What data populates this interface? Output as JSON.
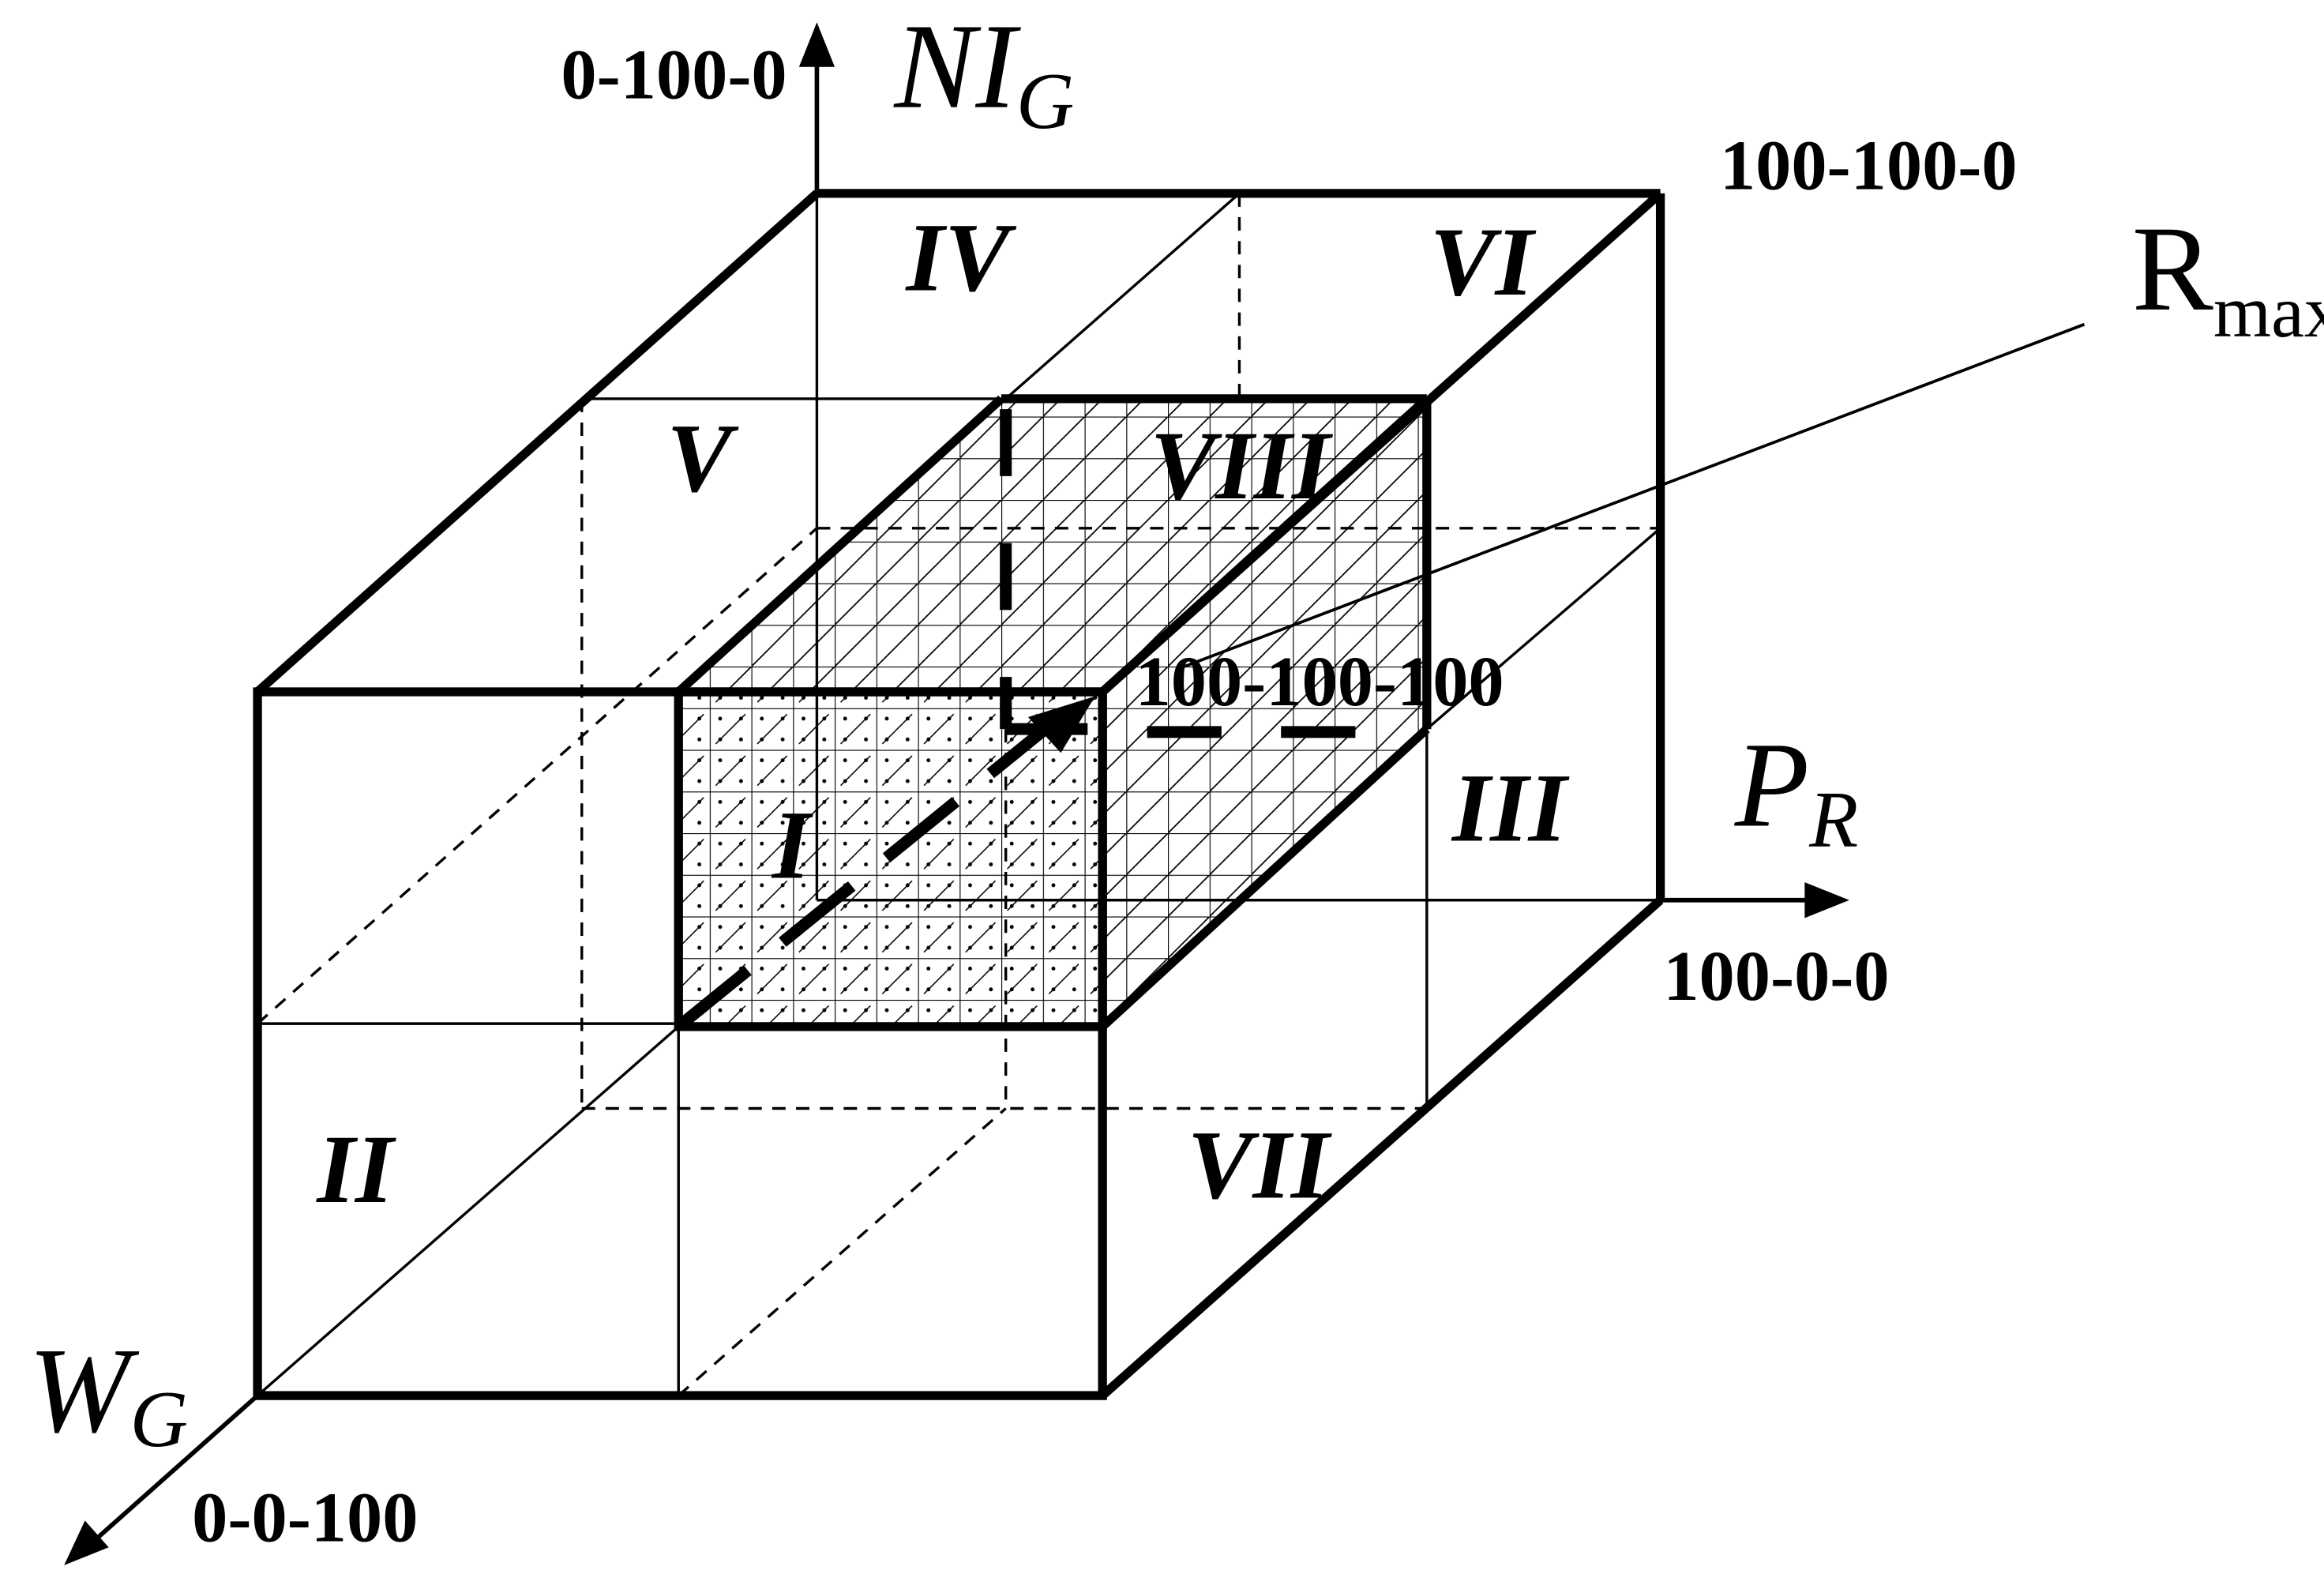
{
  "axes": {
    "vertical": {
      "main": "NI",
      "sub": "G"
    },
    "horizontal": {
      "main": "P",
      "sub": "R"
    },
    "depth": {
      "main": "W",
      "sub": "G"
    }
  },
  "coordinates": {
    "origin_top": "0-100-0",
    "top_right": "100-100-0",
    "right": "100-0-0",
    "front": "0-0-100",
    "inner_corner": "100-100-100"
  },
  "regions": [
    "I",
    "II",
    "III",
    "IV",
    "V",
    "VI",
    "VII",
    "VIII"
  ],
  "rmax": {
    "main": "R",
    "sub": "max"
  }
}
